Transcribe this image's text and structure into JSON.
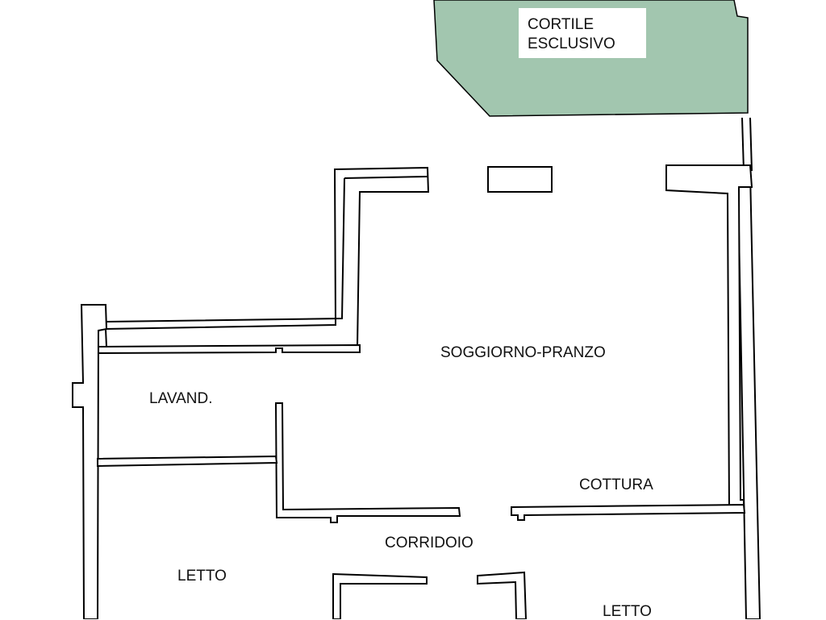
{
  "plan": {
    "cortile": {
      "line1": "CORTILE",
      "line2": "ESCLUSIVO",
      "fill": "#a2c6af"
    },
    "rooms": {
      "soggiorno": "SOGGIORNO-PRANZO",
      "lavanderia": "LAVAND.",
      "cottura": "COTTURA",
      "corridoio": "CORRIDOIO",
      "letto_left": "LETTO",
      "letto_right": "LETTO"
    },
    "wall_color": "#000000",
    "background": "#ffffff"
  }
}
